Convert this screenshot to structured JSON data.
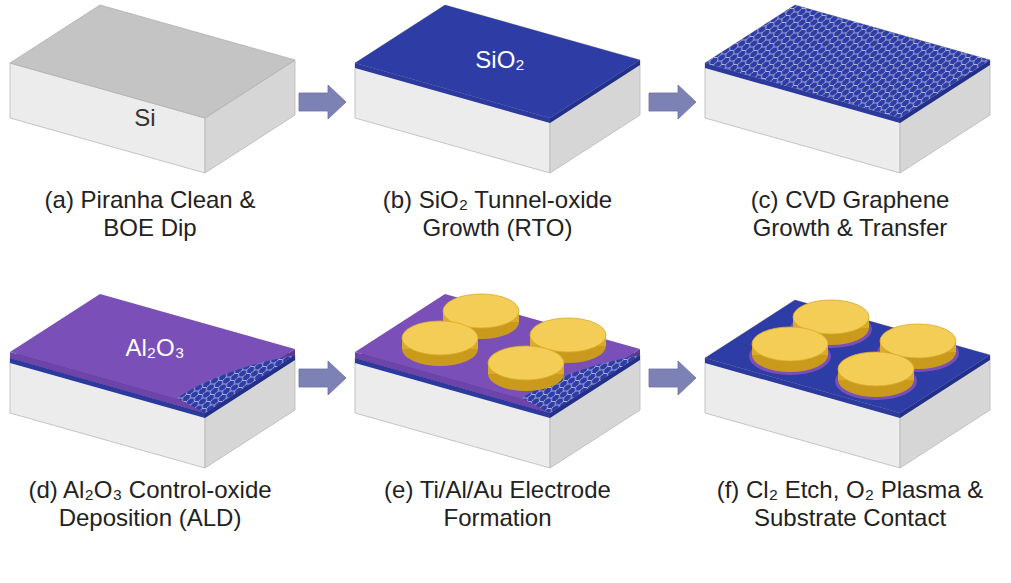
{
  "diagram": {
    "nodes": [
      {
        "text": [
          "Si",
          "(a) Piranha Clean & BOE Dip"
        ]
      },
      {
        "text": [
          "SiO₂",
          "(b) SiO₂ Tunnel-oxide Growth (RTO)"
        ]
      },
      {
        "text": [
          "(c) CVD Graphene Growth & Transfer"
        ]
      },
      {
        "text": [
          "Al₂O₃",
          "(d) Al₂O₃ Control-oxide Deposition (ALD)"
        ]
      },
      {
        "text": [
          "(e) Ti/Al/Au Electrode Formation"
        ]
      },
      {
        "text": [
          "(f) Cl₂ Etch, O₂ Plasma & Substrate Contact"
        ]
      }
    ],
    "edges": [
      {
        "from": 0,
        "to": 1,
        "arrow": "to"
      },
      {
        "from": 1,
        "to": 2,
        "arrow": "to"
      },
      {
        "from": 3,
        "to": 4,
        "arrow": "to"
      },
      {
        "from": 4,
        "to": 5,
        "arrow": "to"
      }
    ]
  }
}
